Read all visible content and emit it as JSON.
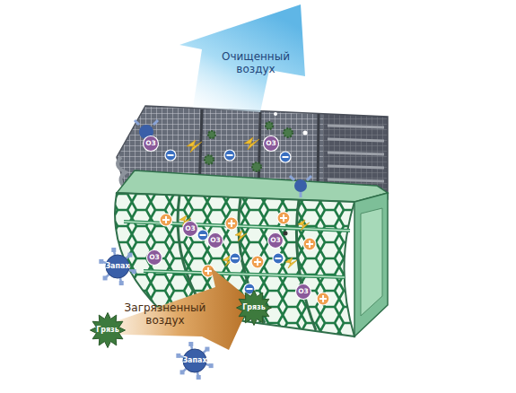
{
  "diagram": {
    "nodes": [
      {
        "text": [
          "Очищенный воздух"
        ]
      },
      {
        "text": [
          "O3"
        ]
      },
      {
        "text": [
          "O3"
        ]
      },
      {
        "text": [
          "O3"
        ]
      },
      {
        "text": [
          "O3"
        ]
      },
      {
        "text": [
          "O3"
        ]
      },
      {
        "text": [
          "O3"
        ]
      },
      {
        "text": [
          "Запах"
        ]
      },
      {
        "text": [
          "O3"
        ]
      },
      {
        "text": [
          "Грязь"
        ]
      },
      {
        "text": [
          "Загрязненный воздух"
        ]
      },
      {
        "text": [
          "Грязь"
        ]
      },
      {
        "text": [
          "Запах"
        ]
      }
    ]
  }
}
